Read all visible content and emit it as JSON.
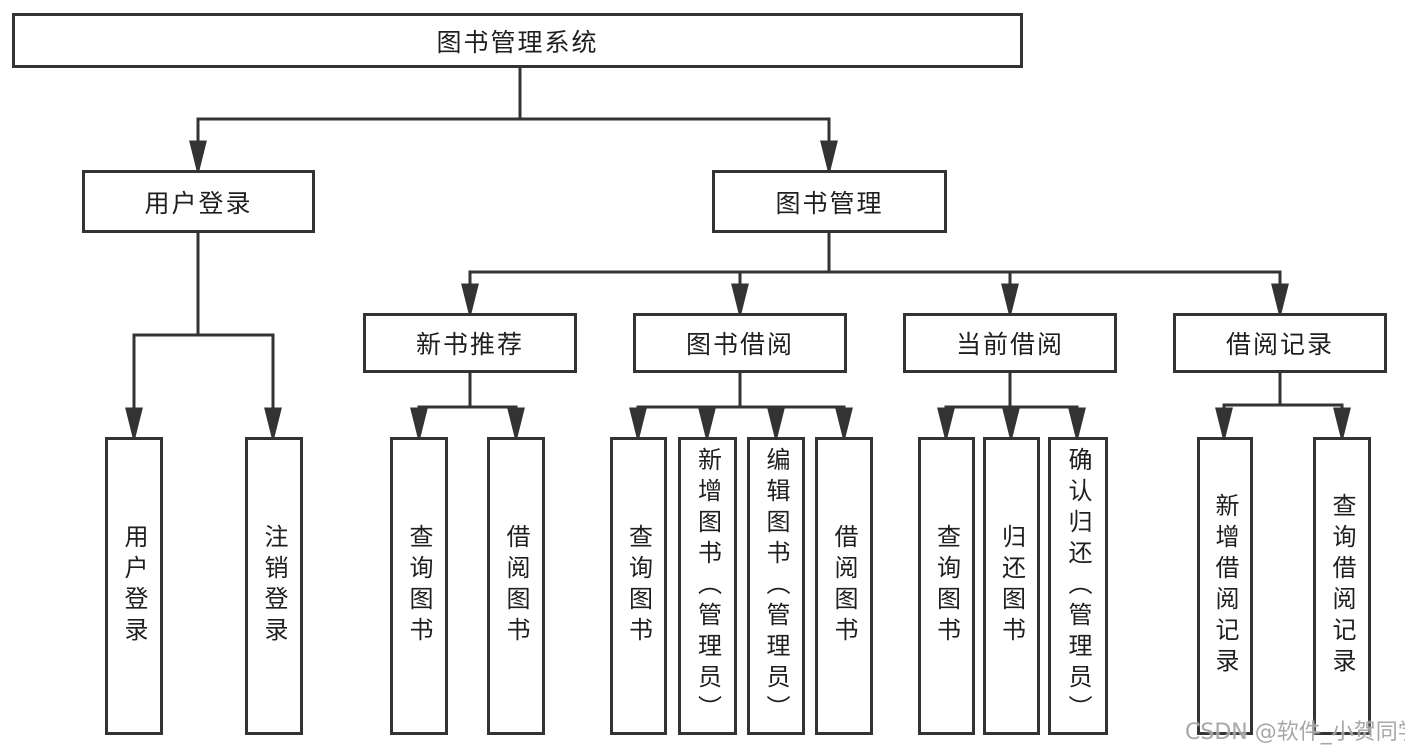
{
  "title": "图书管理系统",
  "watermark": "CSDN @软件_小贺同学",
  "colors": {
    "line": "#333333",
    "box_border": "#333333",
    "box_fill": "#ffffff",
    "text": "#1f1f1f",
    "watermark": "#9e9e9e"
  },
  "tree": {
    "label": "图书管理系统",
    "children": [
      {
        "label": "用户登录",
        "children": [
          {
            "label": "用户登录"
          },
          {
            "label": "注销登录"
          }
        ]
      },
      {
        "label": "图书管理",
        "children": [
          {
            "label": "新书推荐",
            "children": [
              {
                "label": "查询图书"
              },
              {
                "label": "借阅图书"
              }
            ]
          },
          {
            "label": "图书借阅",
            "children": [
              {
                "label": "查询图书"
              },
              {
                "label": "新增图书（管理员）"
              },
              {
                "label": "编辑图书（管理员）"
              },
              {
                "label": "借阅图书"
              }
            ]
          },
          {
            "label": "当前借阅",
            "children": [
              {
                "label": "查询图书"
              },
              {
                "label": "归还图书"
              },
              {
                "label": "确认归还（管理员）"
              }
            ]
          },
          {
            "label": "借阅记录",
            "children": [
              {
                "label": "新增借阅记录"
              },
              {
                "label": "查询借阅记录"
              }
            ]
          }
        ]
      }
    ]
  }
}
